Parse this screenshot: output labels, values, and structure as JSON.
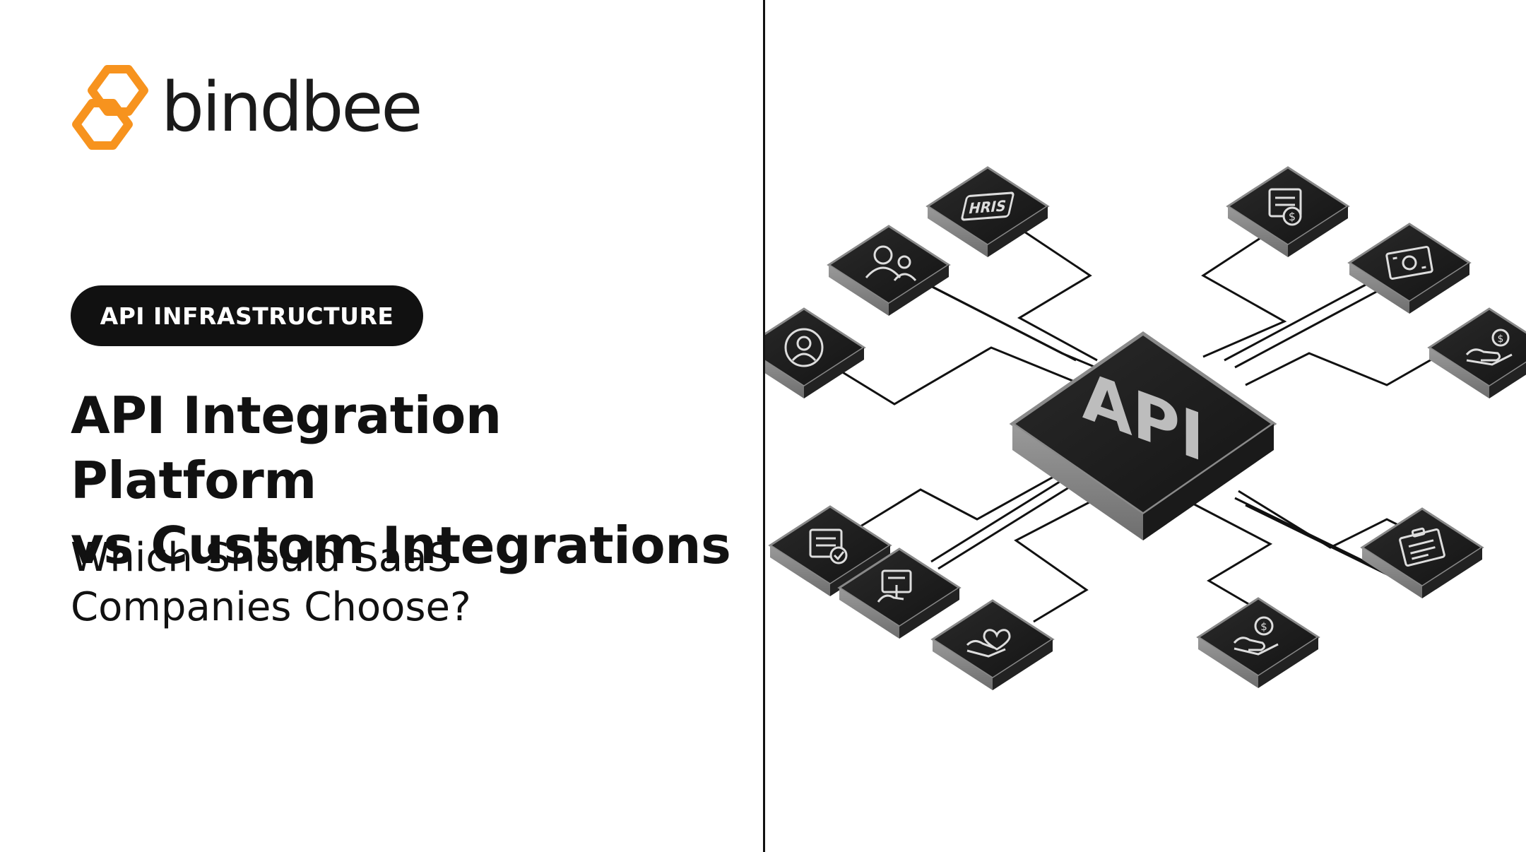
{
  "brand": {
    "name": "bindbee",
    "logo_color": "#F7931E"
  },
  "badge": {
    "label": "API INFRASTRUCTURE"
  },
  "headline": {
    "line1": "API Integration Platform",
    "line2": "vs Custom Integrations"
  },
  "subheadline": {
    "line1": "Which Should SaaS",
    "line2": "Companies Choose?"
  },
  "diagram": {
    "hub_label": "API",
    "hris_label": "HRIS",
    "icons": [
      "hris-icon",
      "people-icon",
      "user-profile-icon",
      "invoice-dollar-icon",
      "money-bill-icon",
      "hand-dollar-icon",
      "checklist-icon",
      "payment-terminal-icon",
      "hand-heart-icon",
      "hand-coin-icon",
      "clipboard-list-icon"
    ]
  }
}
